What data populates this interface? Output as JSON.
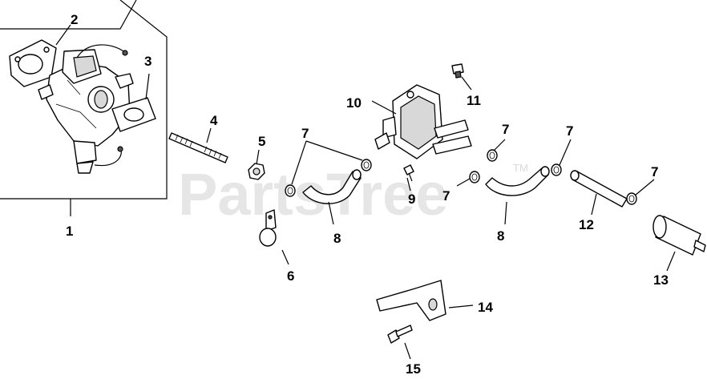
{
  "watermark": {
    "text": "PartsTree",
    "trademark": "TM"
  },
  "callouts": [
    "1",
    "2",
    "3",
    "4",
    "5",
    "6",
    "7",
    "7",
    "7",
    "7",
    "7",
    "8",
    "8",
    "9",
    "10",
    "11",
    "12",
    "13",
    "14",
    "15"
  ]
}
